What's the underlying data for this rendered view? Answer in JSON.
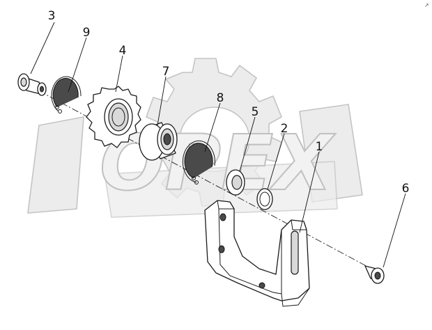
{
  "diagram": {
    "watermark_text": "OPEX",
    "corner_mark": "↗",
    "callouts": [
      {
        "id": "1",
        "label": "1"
      },
      {
        "id": "2",
        "label": "2"
      },
      {
        "id": "3",
        "label": "3"
      },
      {
        "id": "4",
        "label": "4"
      },
      {
        "id": "5",
        "label": "5"
      },
      {
        "id": "6",
        "label": "6"
      },
      {
        "id": "7",
        "label": "7"
      },
      {
        "id": "8",
        "label": "8"
      },
      {
        "id": "9",
        "label": "9"
      }
    ],
    "colors": {
      "line": "#1a1a1a",
      "watermark": "#c4c4c4",
      "background": "#ffffff"
    }
  }
}
